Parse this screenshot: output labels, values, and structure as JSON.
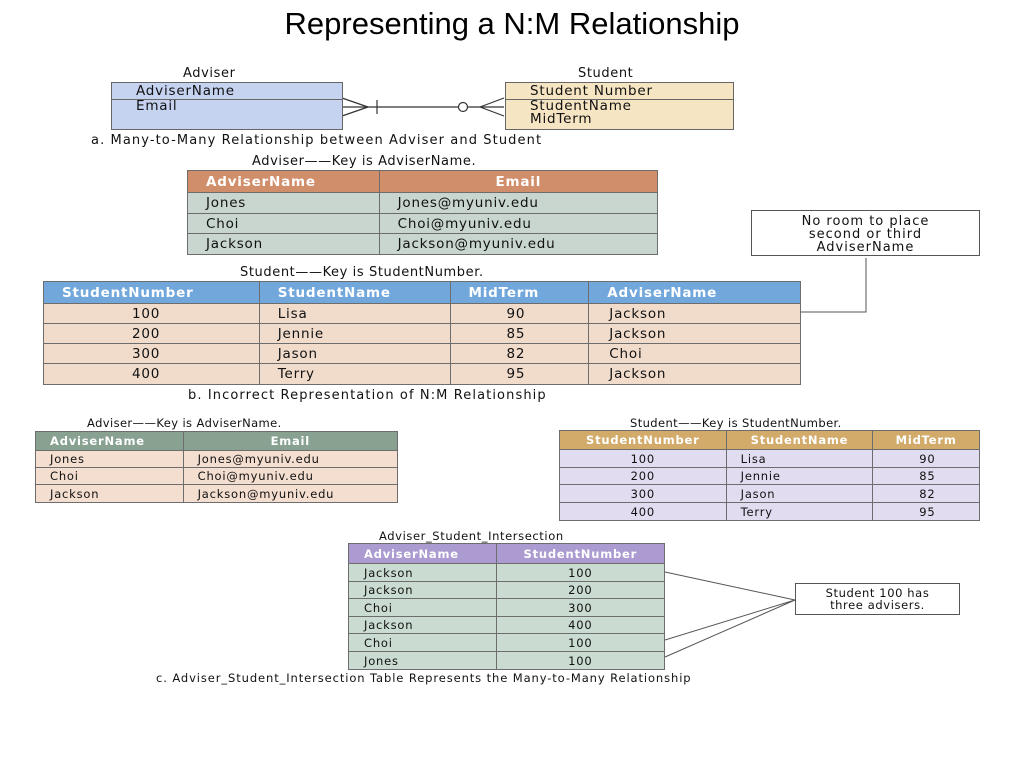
{
  "title": "Representing a N:M Relationship",
  "part_a": {
    "adviser_entity": {
      "name": "Adviser",
      "key": "AdviserName",
      "attributes": [
        "Email"
      ]
    },
    "student_entity": {
      "name": "Student",
      "key": "Student Number",
      "attributes": [
        "StudentName",
        "MidTerm"
      ]
    },
    "caption": "a. Many-to-Many Relationship between Adviser and Student"
  },
  "part_b": {
    "adviser_table": {
      "caption": "Adviser——Key is AdviserName.",
      "headers": [
        "AdviserName",
        "Email"
      ],
      "rows": [
        [
          "Jones",
          "Jones@myuniv.edu"
        ],
        [
          "Choi",
          "Choi@myuniv.edu"
        ],
        [
          "Jackson",
          "Jackson@myuniv.edu"
        ]
      ]
    },
    "student_table": {
      "caption": "Student——Key is StudentNumber.",
      "headers": [
        "StudentNumber",
        "StudentName",
        "MidTerm",
        "AdviserName"
      ],
      "rows": [
        [
          "100",
          "Lisa",
          "90",
          "Jackson"
        ],
        [
          "200",
          "Jennie",
          "85",
          "Jackson"
        ],
        [
          "300",
          "Jason",
          "82",
          "Choi"
        ],
        [
          "400",
          "Terry",
          "95",
          "Jackson"
        ]
      ]
    },
    "callout": [
      "No room to place",
      "second or third",
      "AdviserName"
    ],
    "caption": "b. Incorrect Representation of N:M Relationship"
  },
  "part_c": {
    "adviser_table": {
      "caption": "Adviser——Key is AdviserName.",
      "headers": [
        "AdviserName",
        "Email"
      ],
      "rows": [
        [
          "Jones",
          "Jones@myuniv.edu"
        ],
        [
          "Choi",
          "Choi@myuniv.edu"
        ],
        [
          "Jackson",
          "Jackson@myuniv.edu"
        ]
      ]
    },
    "student_table": {
      "caption": "Student——Key is StudentNumber.",
      "headers": [
        "StudentNumber",
        "StudentName",
        "MidTerm"
      ],
      "rows": [
        [
          "100",
          "Lisa",
          "90"
        ],
        [
          "200",
          "Jennie",
          "85"
        ],
        [
          "300",
          "Jason",
          "82"
        ],
        [
          "400",
          "Terry",
          "95"
        ]
      ]
    },
    "intersection_table": {
      "caption": "Adviser_Student_Intersection",
      "headers": [
        "AdviserName",
        "StudentNumber"
      ],
      "rows": [
        [
          "Jackson",
          "100"
        ],
        [
          "Jackson",
          "200"
        ],
        [
          "Choi",
          "300"
        ],
        [
          "Jackson",
          "400"
        ],
        [
          "Choi",
          "100"
        ],
        [
          "Jones",
          "100"
        ]
      ]
    },
    "callout": [
      "Student 100 has",
      "three advisers."
    ],
    "caption": "c. Adviser_Student_Intersection Table Represents the Many-to-Many Relationship"
  },
  "colors": {
    "adviser_entity_fill": "#c5d3f0",
    "student_entity_fill": "#f6e5c3",
    "b_adviser_header": "#d08e6a",
    "b_adviser_body": "#c8d6cf",
    "b_student_header": "#72a7dc",
    "b_student_body": "#f1dccc",
    "c_adviser_header": "#88a191",
    "c_adviser_body": "#f3ded0",
    "c_student_header": "#d2ab6b",
    "c_student_body": "#e1dcef",
    "c_intersection_header": "#ab9bd0",
    "c_intersection_body": "#cadbd1",
    "highlight_oval": "#d8926a"
  }
}
